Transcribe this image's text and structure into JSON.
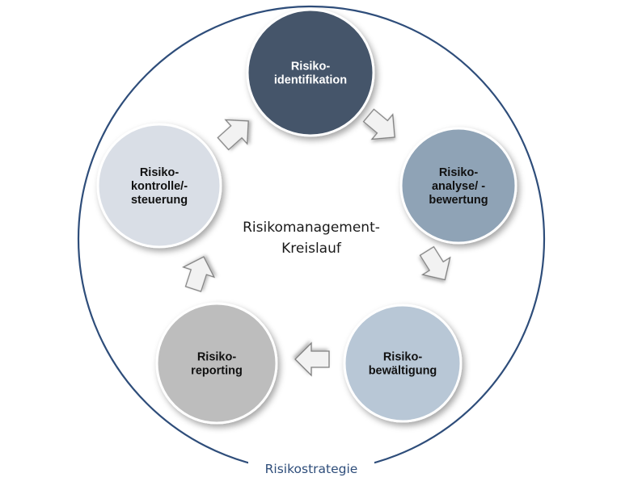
{
  "outer_label": "Risikostrategie",
  "center_label": [
    "Risikomanagement-",
    "Kreislauf"
  ],
  "nodes": [
    {
      "id": "identifikation",
      "lines": [
        "Risiko-",
        "identifikation"
      ],
      "fill": "#44556a",
      "text_color": "#ffffff"
    },
    {
      "id": "analyse",
      "lines": [
        "Risiko-",
        "analyse/ -",
        "bewertung"
      ],
      "fill": "#8fa3b6",
      "text_color": "#111111"
    },
    {
      "id": "bewaeltigung",
      "lines": [
        "Risiko-",
        "bewältigung"
      ],
      "fill": "#b8c7d6",
      "text_color": "#111111"
    },
    {
      "id": "reporting",
      "lines": [
        "Risiko-",
        "reporting"
      ],
      "fill": "#bdbdbd",
      "text_color": "#111111"
    },
    {
      "id": "kontrolle",
      "lines": [
        "Risiko-",
        "kontrolle/-",
        "steuerung"
      ],
      "fill": "#d9dee6",
      "text_color": "#111111"
    }
  ],
  "colors": {
    "outer_ring": "#2e4d7a",
    "arrow_fill": "#f2f2f2",
    "arrow_stroke": "#7f7f7f"
  }
}
